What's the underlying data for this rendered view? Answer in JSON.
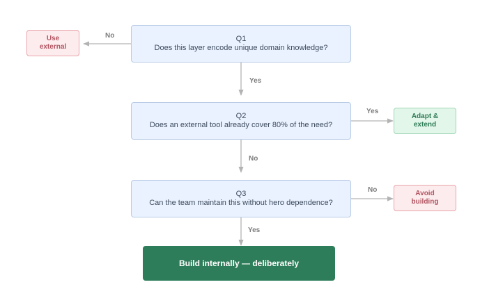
{
  "colors": {
    "question_fill": "#eaf2ff",
    "question_border": "#b9cbe6",
    "negative_fill": "#fdecee",
    "negative_text": "#b15561",
    "positive_fill": "#e2f6ea",
    "positive_text": "#2e7a55",
    "final_fill": "#2e7d5a",
    "arrow": "#b3b3b3"
  },
  "questions": [
    {
      "id": "Q1",
      "text": "Does this layer encode unique domain knowledge?"
    },
    {
      "id": "Q2",
      "text": "Does an external tool already cover 80% of the need?"
    },
    {
      "id": "Q3",
      "text": "Can the team maintain this without hero dependence?"
    }
  ],
  "outcomes": {
    "use_external": "Use\nexternal",
    "adapt_extend": "Adapt &\nextend",
    "avoid_building": "Avoid\nbuilding",
    "build_internally": "Build internally — deliberately"
  },
  "edges": {
    "q1_no": "No",
    "q1_yes": "Yes",
    "q2_yes": "Yes",
    "q2_no": "No",
    "q3_no": "No",
    "q3_yes": "Yes"
  }
}
